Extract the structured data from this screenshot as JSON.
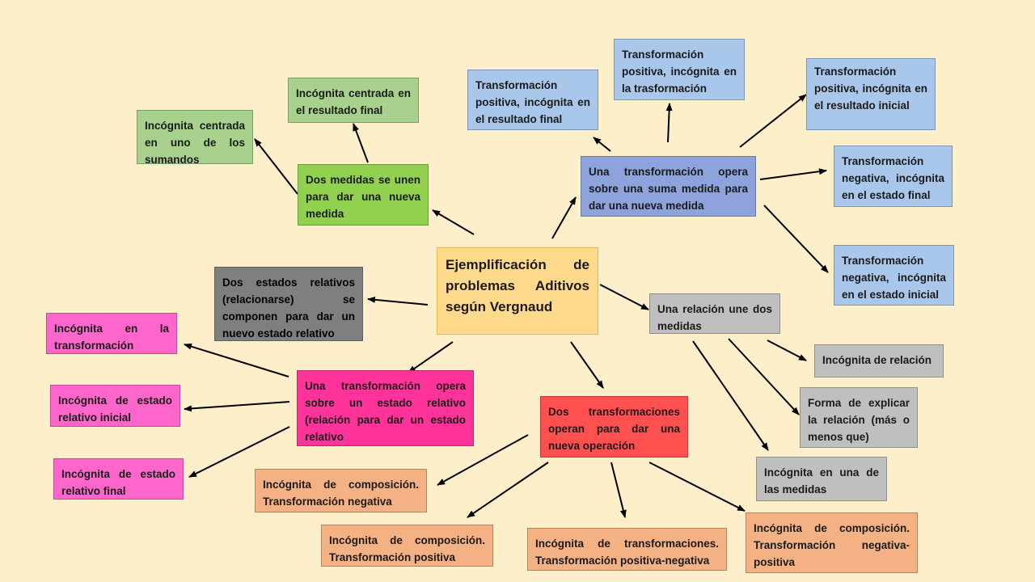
{
  "colors": {
    "background": "#fdefc9",
    "center": "#ffd98c",
    "green_light": "#a9d18e",
    "green_bright": "#92d050",
    "blue": "#a9c7ea",
    "blue_dark": "#8ea3dc",
    "gray": "#bfbfbf",
    "gray_dark": "#7f7f7f",
    "pink": "#ff66cc",
    "magenta": "#ff3399",
    "red": "#ff5050",
    "salmon": "#f4b183"
  },
  "center": {
    "text": "Ejemplificación de problemas Aditivos según Vergnaud"
  },
  "nodes": {
    "medidas_unen": "Dos medidas se unen para dar una nueva medida",
    "inc_sumandos": "Incógnita centrada en uno de los sumandos",
    "inc_resultado_final": "Incógnita centrada en el resultado final",
    "transf_suma": "Una transformación opera sobre una suma medida para dar una nueva medida",
    "tp_resultado_final": "Transformación positiva, incógnita en el resultado final",
    "tp_trasformacion": "Transformación positiva, incógnita en la trasformación",
    "tp_resultado_inicial": "Transformación positiva, incógnita en el resultado inicial",
    "tn_estado_final": "Transformación negativa, incógnita en el estado final",
    "tn_estado_inicial": "Transformación negativa, incógnita en el estado inicial",
    "relacion_une": "Una relación une dos medidas",
    "inc_relacion": "Incógnita de relación",
    "forma_explicar": "Forma de explicar la relación (más o menos que)",
    "inc_una_medida": "Incógnita en una de las medidas",
    "estados_relativos": "Dos estados relativos (relacionarse) se componen para dar un nuevo estado relativo",
    "transf_estado_relativo": "Una transformación opera sobre un estado relativo (relación para dar un estado relativo",
    "inc_transformacion": "Incógnita en la transformación",
    "inc_estado_inicial": "Incógnita de estado relativo inicial",
    "inc_estado_final": "Incógnita de estado relativo final",
    "dos_transformaciones": "Dos transformaciones operan para dar una nueva operación",
    "comp_negativa": "Incógnita de composición. Transformación negativa",
    "comp_positiva": "Incógnita de composición. Transformación positiva",
    "transf_pos_neg": "Incógnita de transformaciones. Transformación positiva-negativa",
    "comp_neg_pos": "Incógnita de composición. Transformación negativa-positiva"
  }
}
